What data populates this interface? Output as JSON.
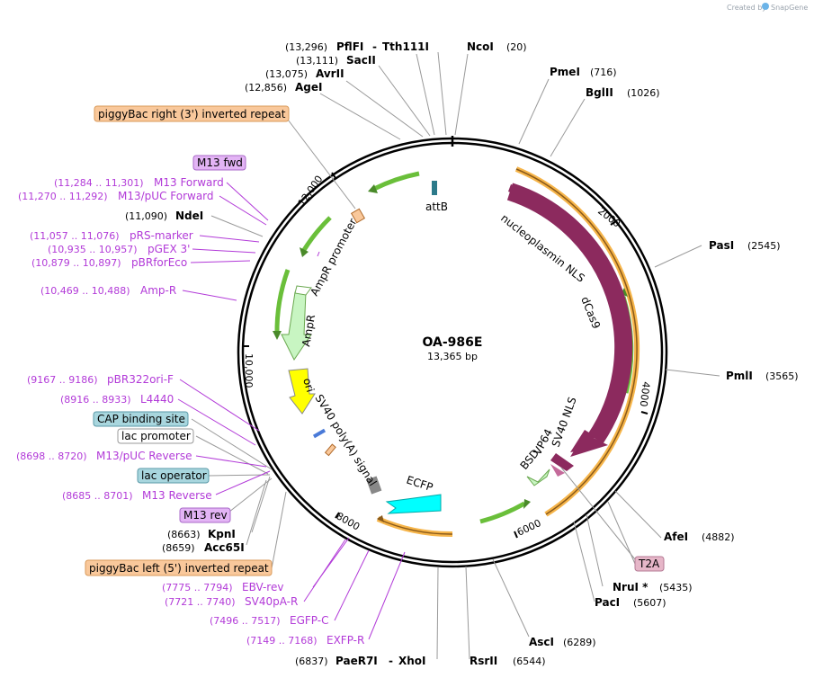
{
  "credit": {
    "text": "Created by",
    "brand": "SnapGene"
  },
  "map": {
    "name": "OA-986E",
    "length": "13,365 bp"
  },
  "ticks": [
    "2000",
    "4000",
    "6000",
    "8000",
    "10,000",
    "12,000"
  ],
  "sites": [
    {
      "name": "PflFI",
      "name2": "Tth111I",
      "pos": "(13,296)"
    },
    {
      "name": "SacII",
      "pos": "(13,111)"
    },
    {
      "name": "AvrII",
      "pos": "(13,075)"
    },
    {
      "name": "AgeI",
      "pos": "(12,856)"
    },
    {
      "name": "NcoI",
      "pos": "(20)"
    },
    {
      "name": "PmeI",
      "pos": "(716)"
    },
    {
      "name": "BglII",
      "pos": "(1026)"
    },
    {
      "name": "PasI",
      "pos": "(2545)"
    },
    {
      "name": "PmlI",
      "pos": "(3565)"
    },
    {
      "name": "AfeI",
      "pos": "(4882)"
    },
    {
      "name": "NruI *",
      "pos": "(5435)"
    },
    {
      "name": "PacI",
      "pos": "(5607)"
    },
    {
      "name": "AscI",
      "pos": "(6289)"
    },
    {
      "name": "RsrII",
      "pos": "(6544)"
    },
    {
      "name": "PaeR7I",
      "name2": "XhoI",
      "pos": "(6837)"
    },
    {
      "name": "NdeI",
      "pos": "(11,090)"
    },
    {
      "name": "KpnI",
      "pos": "(8663)"
    },
    {
      "name": "Acc65I",
      "pos": "(8659)"
    }
  ],
  "primers": [
    {
      "name": "M13 Forward",
      "pos": "(11,284 .. 11,301)"
    },
    {
      "name": "M13/pUC Forward",
      "pos": "(11,270 .. 11,292)"
    },
    {
      "name": "pRS-marker",
      "pos": "(11,057 .. 11,076)"
    },
    {
      "name": "pGEX 3'",
      "pos": "(10,935 .. 10,957)"
    },
    {
      "name": "pBRforEco",
      "pos": "(10,879 .. 10,897)"
    },
    {
      "name": "Amp-R",
      "pos": "(10,469 .. 10,488)"
    },
    {
      "name": "pBR322ori-F",
      "pos": "(9167 .. 9186)"
    },
    {
      "name": "L4440",
      "pos": "(8916 .. 8933)"
    },
    {
      "name": "M13/pUC Reverse",
      "pos": "(8698 .. 8720)"
    },
    {
      "name": "M13 Reverse",
      "pos": "(8685 .. 8701)"
    },
    {
      "name": "EBV-rev",
      "pos": "(7775 .. 7794)"
    },
    {
      "name": "SV40pA-R",
      "pos": "(7721 .. 7740)"
    },
    {
      "name": "EGFP-C",
      "pos": "(7496 .. 7517)"
    },
    {
      "name": "EXFP-R",
      "pos": "(7149 .. 7168)"
    }
  ],
  "boxes": [
    {
      "text": "piggyBac right (3') inverted repeat",
      "color": "#f9c89b"
    },
    {
      "text": "M13 fwd",
      "color": "#e3b4f5"
    },
    {
      "text": "CAP binding site",
      "color": "#a8d6de"
    },
    {
      "text": "lac promoter",
      "color": "#ffffff"
    },
    {
      "text": "lac operator",
      "color": "#a8d6de"
    },
    {
      "text": "M13 rev",
      "color": "#e3b4f5"
    },
    {
      "text": "piggyBac left (5') inverted repeat",
      "color": "#f9c89b"
    },
    {
      "text": "T2A",
      "color": "#e6b6c8"
    }
  ],
  "features": {
    "attB": "attB",
    "nls1": "nucleoplasmin NLS",
    "dcas9": "dCas9",
    "sv40nls": "SV40 NLS",
    "vp64": "VP64",
    "bsd": "BSD",
    "ecfp": "ECFP",
    "sv40pa": "SV40 poly(A) signal",
    "ori": "ori",
    "ampr": "AmpR",
    "amprprom": "AmpR promoter"
  },
  "colors": {
    "primer": "#b23ad8",
    "dcas9": "#8c2a5e",
    "ampr": "#c8f5c2",
    "ori": "#ffff00",
    "ecfp": "#00ffff",
    "tr": "#f6b54a"
  }
}
